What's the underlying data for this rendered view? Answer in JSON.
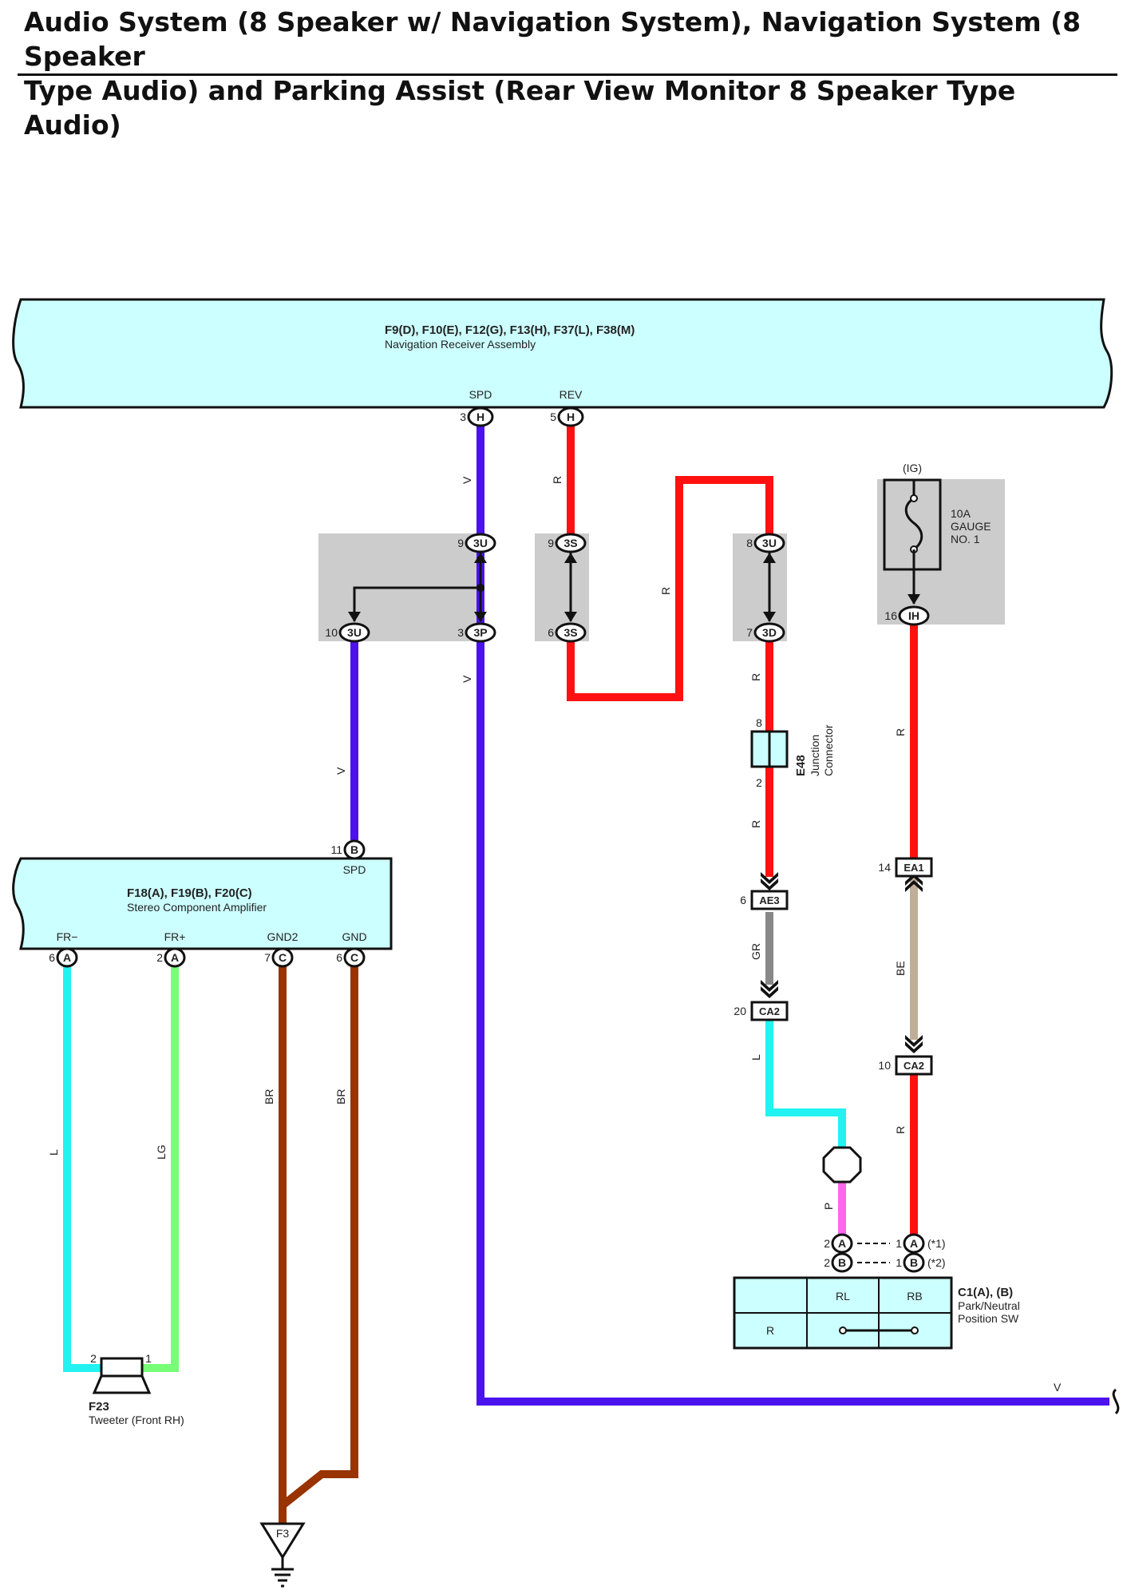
{
  "page": {
    "title_line1": "Audio System (8 Speaker w/ Navigation System), Navigation System (8 Speaker",
    "title_line2": "Type Audio) and Parking Assist (Rear View Monitor 8 Speaker Type Audio)"
  },
  "colors": {
    "V": "#4b12ee",
    "R": "#ff1111",
    "L": "#22f2f2",
    "LG": "#77ff77",
    "BR": "#993300",
    "GR": "#888888",
    "BE": "#c0ae98",
    "P": "#ff66ee",
    "component_fill": "#ccffff",
    "junction_fill": "#cccccc"
  },
  "components": {
    "nav_receiver": {
      "codes": "F9(D), F10(E), F12(G), F13(H), F37(L), F38(M)",
      "name": "Navigation Receiver Assembly"
    },
    "amplifier": {
      "codes": "F18(A), F19(B), F20(C)",
      "name": "Stereo Component Amplifier"
    },
    "tweeter": {
      "code": "F23",
      "name": "Tweeter (Front RH)"
    },
    "junction_connector": {
      "code": "E48",
      "line1": "Junction",
      "line2": "Connector"
    },
    "fuse": {
      "supply": "(IG)",
      "line1": "10A",
      "line2": "GAUGE",
      "line3": "NO. 1"
    },
    "park_neutral_sw": {
      "code": "C1(A), (B)",
      "line1": "Park/Neutral",
      "line2": "Position SW",
      "col1": "RL",
      "col2": "RB",
      "row": "R"
    },
    "ground": {
      "code": "F3"
    }
  },
  "terminals": {
    "nav_spd": {
      "label": "SPD",
      "pin": "3",
      "conn": "H"
    },
    "nav_rev": {
      "label": "REV",
      "pin": "5",
      "conn": "H"
    },
    "amp_spd": {
      "label": "SPD",
      "pin": "11",
      "conn": "B"
    },
    "amp_frm": {
      "label": "FR−",
      "pin": "6",
      "conn": "A"
    },
    "amp_frp": {
      "label": "FR+",
      "pin": "2",
      "conn": "A"
    },
    "amp_gnd2": {
      "label": "GND2",
      "pin": "7",
      "conn": "C"
    },
    "amp_gnd": {
      "label": "GND",
      "pin": "6",
      "conn": "C"
    },
    "tweeter_pin2": "2",
    "tweeter_pin1": "1",
    "e48_top": "8",
    "e48_bottom": "2",
    "sw_left_pin_a": "2",
    "sw_left_pin_b": "2",
    "sw_right_pin_a": "1",
    "sw_right_pin_b": "1",
    "sw_conn_a": "A",
    "sw_conn_b": "B",
    "note_a": "(*1)",
    "note_b": "(*2)"
  },
  "junctions": {
    "j1_top": {
      "pin": "9",
      "conn": "3U"
    },
    "j1_left": {
      "pin": "10",
      "conn": "3U"
    },
    "j1_right": {
      "pin": "3",
      "conn": "3P"
    },
    "j2_top": {
      "pin": "9",
      "conn": "3S"
    },
    "j2_bottom": {
      "pin": "6",
      "conn": "3S"
    },
    "j3_top": {
      "pin": "8",
      "conn": "3U"
    },
    "j3_bottom": {
      "pin": "7",
      "conn": "3D"
    },
    "fuse_out": {
      "pin": "16",
      "conn": "IH"
    }
  },
  "inline_connectors": {
    "ae3": {
      "pin": "6",
      "conn": "AE3"
    },
    "ca2_left": {
      "pin": "20",
      "conn": "CA2"
    },
    "ea1": {
      "pin": "14",
      "conn": "EA1"
    },
    "ca2_right": {
      "pin": "10",
      "conn": "CA2"
    }
  },
  "wire_labels": {
    "v1": "V",
    "v2": "V",
    "v3": "V",
    "v4": "V",
    "r1": "R",
    "r2": "R",
    "r3": "R",
    "r4": "R",
    "r5": "R",
    "r6": "R",
    "gr": "GR",
    "l1": "L",
    "p": "P",
    "be": "BE",
    "l2": "L",
    "lg": "LG",
    "br1": "BR",
    "br2": "BR"
  }
}
